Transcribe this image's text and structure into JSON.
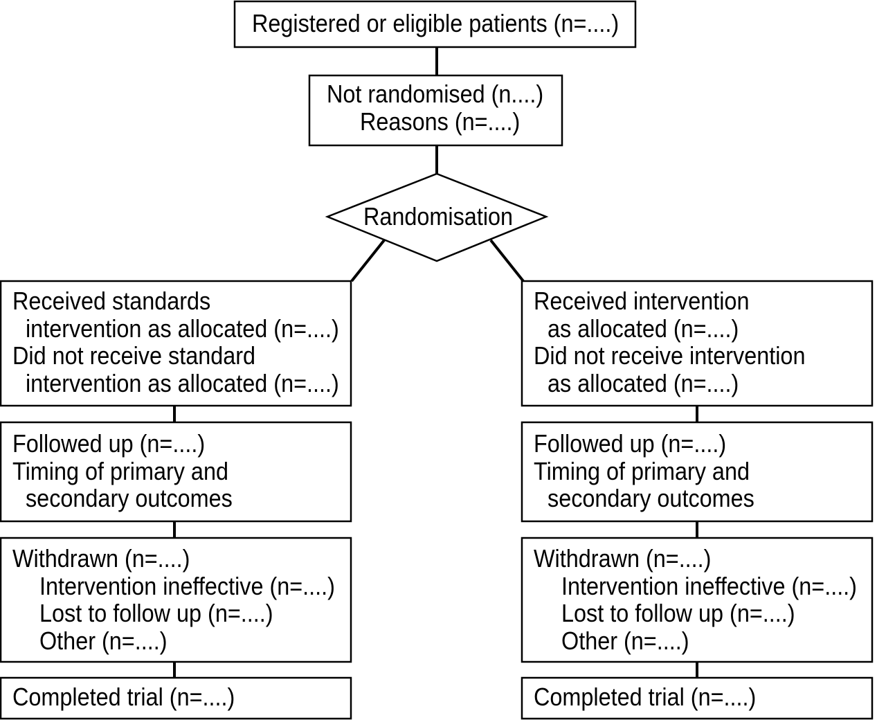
{
  "top_box": {
    "line1": "Registered or eligible patients (n=....)"
  },
  "not_randomised": {
    "line1": "Not randomised (n....)",
    "line2": "Reasons (n=....)"
  },
  "randomisation": {
    "label": "Randomisation"
  },
  "left_arm": {
    "allocation": {
      "line1": "Received standards",
      "line2": "intervention as allocated (n=....)",
      "line3": "Did not receive standard",
      "line4": "intervention as allocated (n=....)"
    },
    "followup": {
      "line1": "Followed up (n=....)",
      "line2": "Timing of primary and",
      "line3": "secondary outcomes"
    },
    "withdrawn": {
      "line1": "Withdrawn (n=....)",
      "line2": "Intervention ineffective (n=....)",
      "line3": "Lost to follow up (n=....)",
      "line4": "Other (n=....)"
    },
    "completed": {
      "line1": "Completed trial (n=....)"
    }
  },
  "right_arm": {
    "allocation": {
      "line1": "Received intervention",
      "line2": "as allocated (n=....)",
      "line3": "Did not receive intervention",
      "line4": "as allocated (n=....)"
    },
    "followup": {
      "line1": "Followed up (n=....)",
      "line2": "Timing of primary and",
      "line3": "secondary outcomes"
    },
    "withdrawn": {
      "line1": "Withdrawn (n=....)",
      "line2": "Intervention ineffective (n=....)",
      "line3": "Lost to follow up (n=....)",
      "line4": "Other (n=....)"
    },
    "completed": {
      "line1": "Completed trial (n=....)"
    }
  }
}
